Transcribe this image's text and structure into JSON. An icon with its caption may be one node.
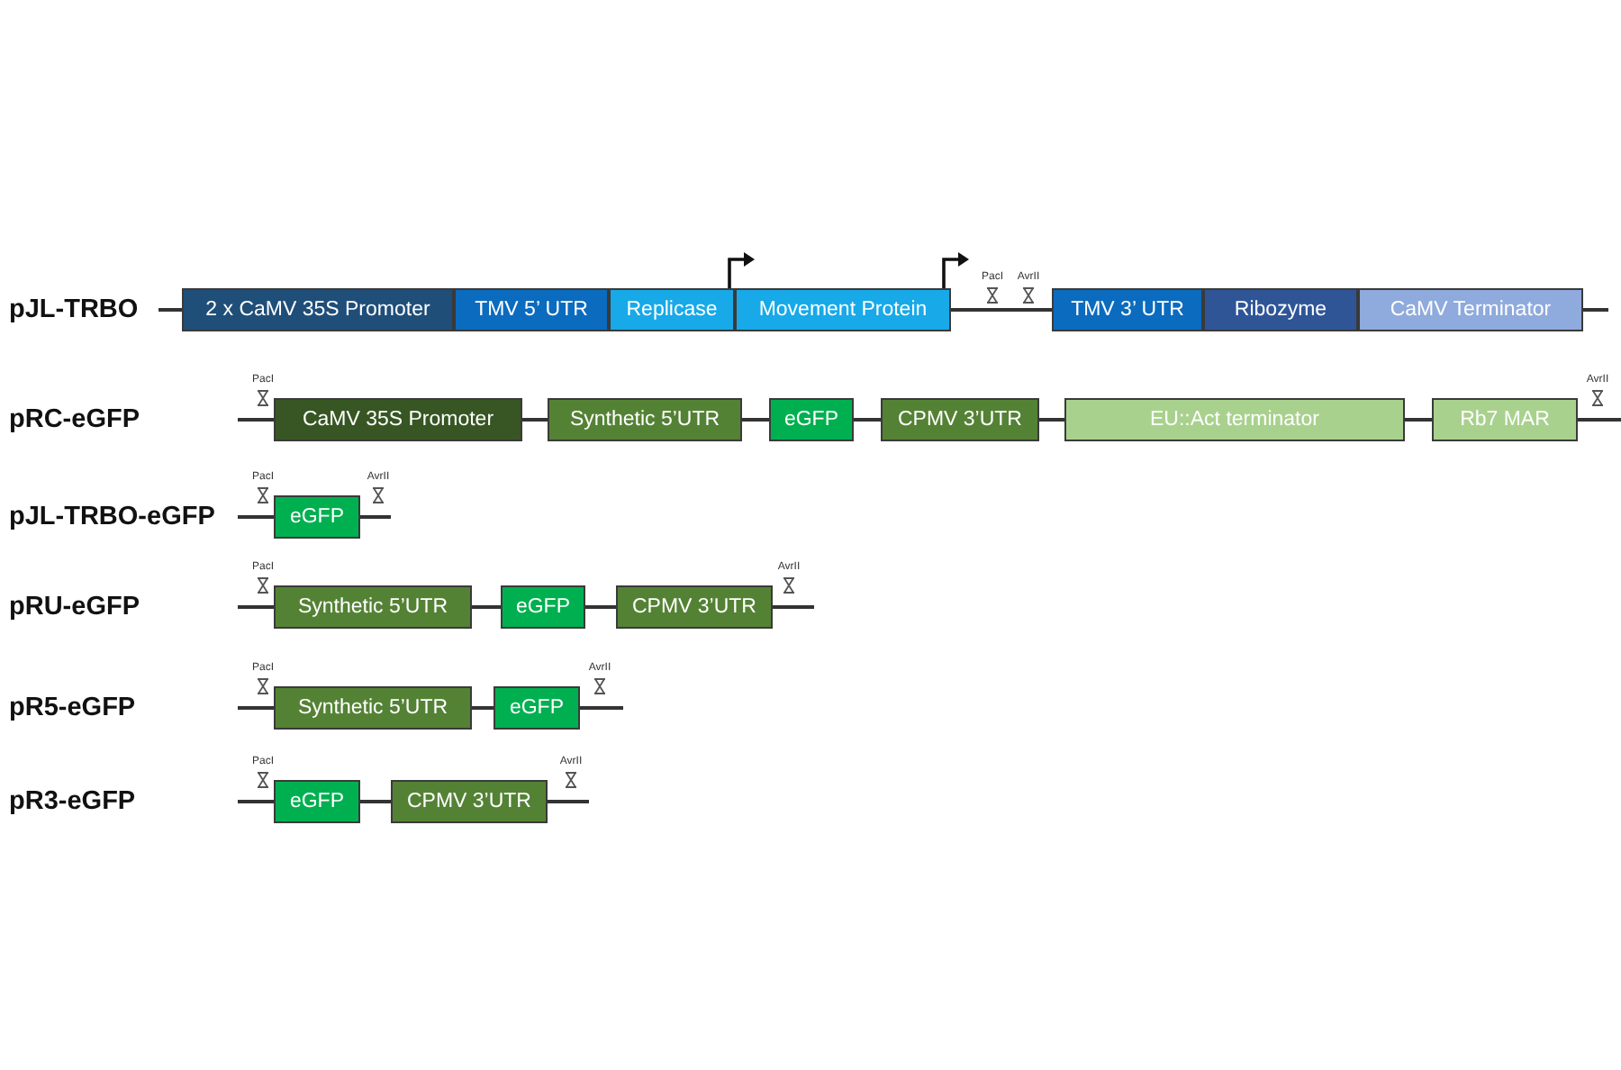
{
  "diagram": {
    "nodes": [
      {
        "text": [
          "2 x CaMV 35S Promoter"
        ]
      },
      {
        "text": [
          "TMV 5’ UTR"
        ]
      },
      {
        "text": [
          "Replicase"
        ]
      },
      {
        "text": [
          "Movement Protein"
        ]
      },
      {
        "text": [
          "TMV 3’ UTR"
        ]
      },
      {
        "text": [
          "Ribozyme"
        ]
      },
      {
        "text": [
          "CaMV Terminator"
        ]
      },
      {
        "text": [
          "CaMV 35S Promoter"
        ]
      },
      {
        "text": [
          "Synthetic 5’UTR"
        ]
      },
      {
        "text": [
          "eGFP"
        ]
      },
      {
        "text": [
          "CPMV 3’UTR"
        ]
      },
      {
        "text": [
          "EU::Act terminator"
        ]
      },
      {
        "text": [
          "Rb7 MAR"
        ]
      },
      {
        "text": [
          "eGFP"
        ]
      },
      {
        "text": [
          "Synthetic 5’UTR"
        ]
      },
      {
        "text": [
          "eGFP"
        ]
      },
      {
        "text": [
          "CPMV 3’UTR"
        ]
      },
      {
        "text": [
          "Synthetic 5’UTR"
        ]
      },
      {
        "text": [
          "eGFP"
        ]
      },
      {
        "text": [
          "eGFP"
        ]
      },
      {
        "text": [
          "CPMV 3’UTR"
        ]
      }
    ],
    "edges": [
      {
        "from": null,
        "to": 0,
        "arrow": "none"
      },
      {
        "from": 3,
        "to": 4,
        "arrow": "none"
      },
      {
        "from": 6,
        "to": null,
        "arrow": "none"
      },
      {
        "from": null,
        "to": 7,
        "arrow": "none"
      },
      {
        "from": 7,
        "to": 8,
        "arrow": "none"
      },
      {
        "from": 8,
        "to": 9,
        "arrow": "none"
      },
      {
        "from": 9,
        "to": 10,
        "arrow": "none"
      },
      {
        "from": 10,
        "to": 11,
        "arrow": "none"
      },
      {
        "from": 11,
        "to": 12,
        "arrow": "none"
      },
      {
        "from": 12,
        "to": null,
        "arrow": "none"
      },
      {
        "from": null,
        "to": 13,
        "arrow": "none"
      },
      {
        "from": 13,
        "to": null,
        "arrow": "none"
      },
      {
        "from": null,
        "to": 14,
        "arrow": "none"
      },
      {
        "from": 14,
        "to": 15,
        "arrow": "none"
      },
      {
        "from": 15,
        "to": 16,
        "arrow": "none"
      },
      {
        "from": 16,
        "to": null,
        "arrow": "none"
      },
      {
        "from": null,
        "to": 17,
        "arrow": "none"
      },
      {
        "from": 17,
        "to": 18,
        "arrow": "none"
      },
      {
        "from": 18,
        "to": null,
        "arrow": "none"
      },
      {
        "from": null,
        "to": 19,
        "arrow": "none"
      },
      {
        "from": 19,
        "to": 20,
        "arrow": "none"
      },
      {
        "from": 20,
        "to": null,
        "arrow": "none"
      }
    ],
    "labels": [
      "pJL-TRBO",
      "PacI",
      "AvrII",
      "pRC-eGFP",
      "PacI",
      "AvrII",
      "pJL-TRBO-eGFP",
      "PacI",
      "AvrII",
      "pRU-eGFP",
      "PacI",
      "AvrII",
      "pR5-eGFP",
      "PacI",
      "AvrII",
      "pR3-eGFP",
      "PacI",
      "AvrII"
    ]
  }
}
